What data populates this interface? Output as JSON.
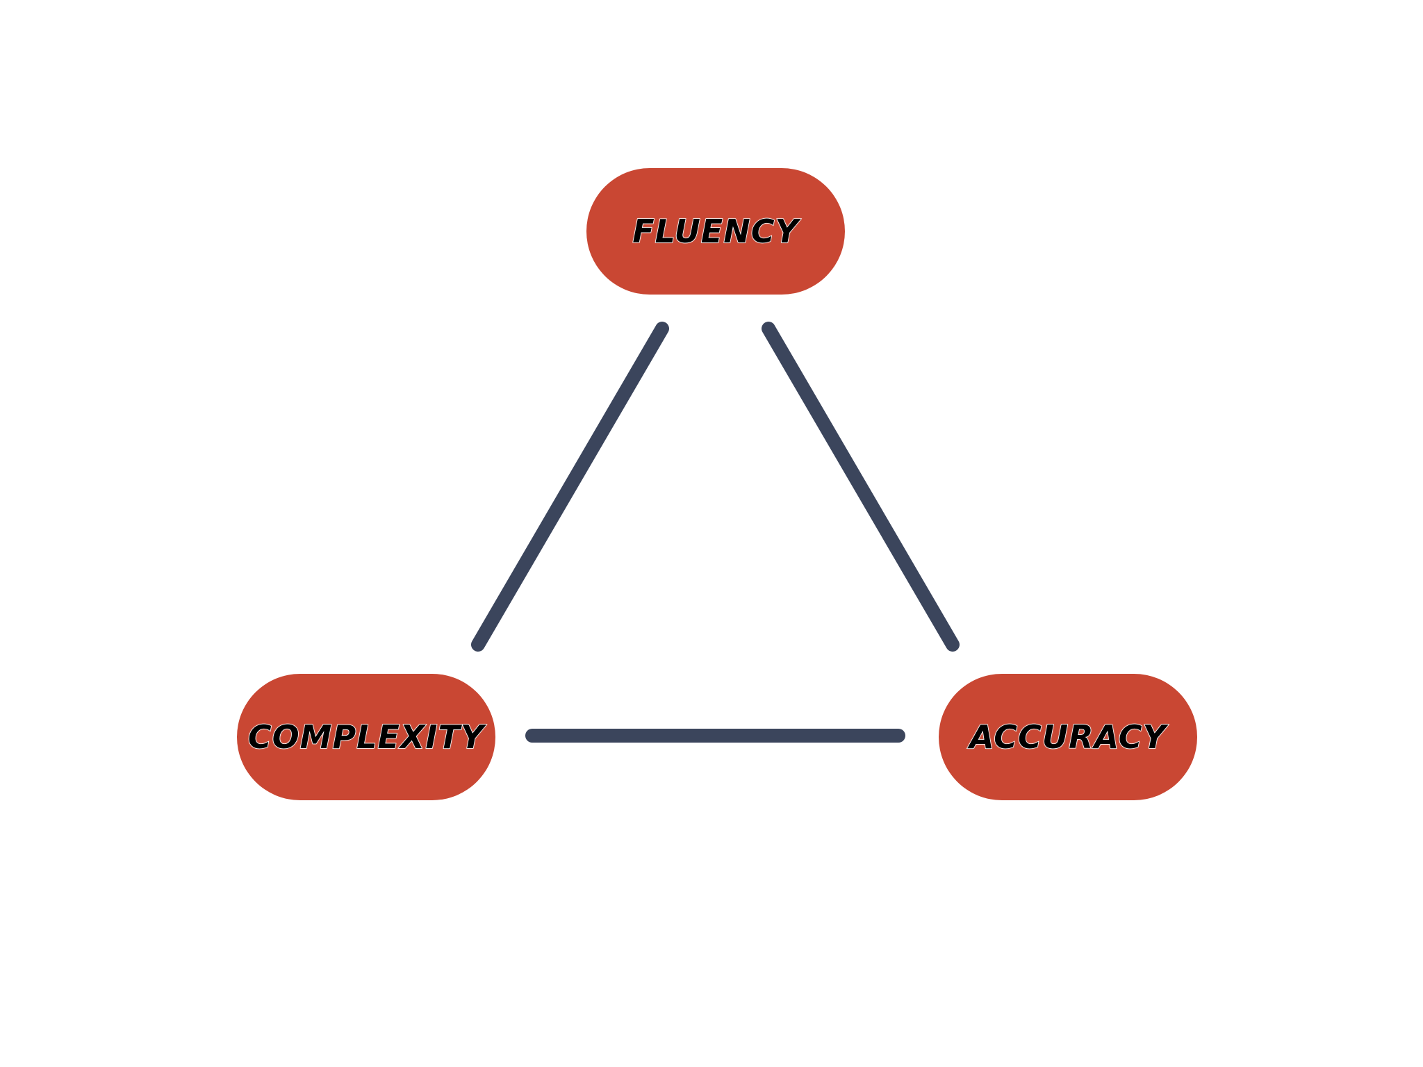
{
  "colors": {
    "background": "#ffffff",
    "node_fill": "#c94733",
    "connector": "#3b455c",
    "label_text": "#000000",
    "label_outline": "#ffffff"
  },
  "nodes": {
    "fluency": {
      "label": "FLUENCY"
    },
    "complexity": {
      "label": "COMPLEXITY"
    },
    "accuracy": {
      "label": "ACCURACY"
    }
  },
  "edges": [
    {
      "from": "fluency",
      "to": "complexity"
    },
    {
      "from": "fluency",
      "to": "accuracy"
    },
    {
      "from": "complexity",
      "to": "accuracy"
    }
  ]
}
